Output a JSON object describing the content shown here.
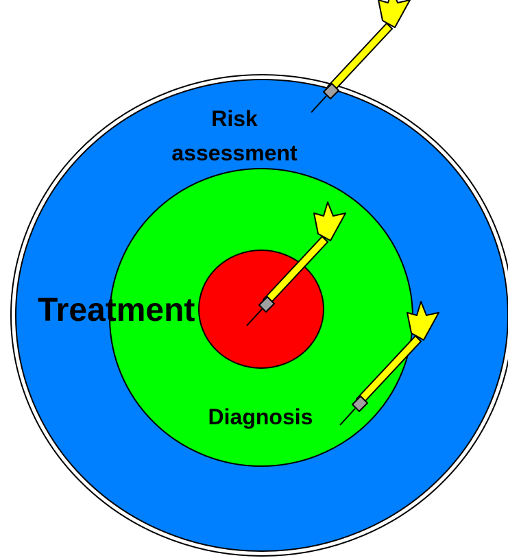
{
  "diagram": {
    "labels": {
      "risk_line1": "Risk",
      "risk_line2": "assessment",
      "treatment": "Treatment",
      "diagnosis": "Diagnosis"
    },
    "colors": {
      "outer_ring": "#0080ff",
      "middle_ring": "#00ff00",
      "bullseye": "#ff0000",
      "dart_shaft": "#ffff00",
      "dart_tip": "#a0a0a0",
      "outline": "#000000",
      "background": "#ffffff"
    },
    "icons": [
      "dart-icon"
    ]
  }
}
